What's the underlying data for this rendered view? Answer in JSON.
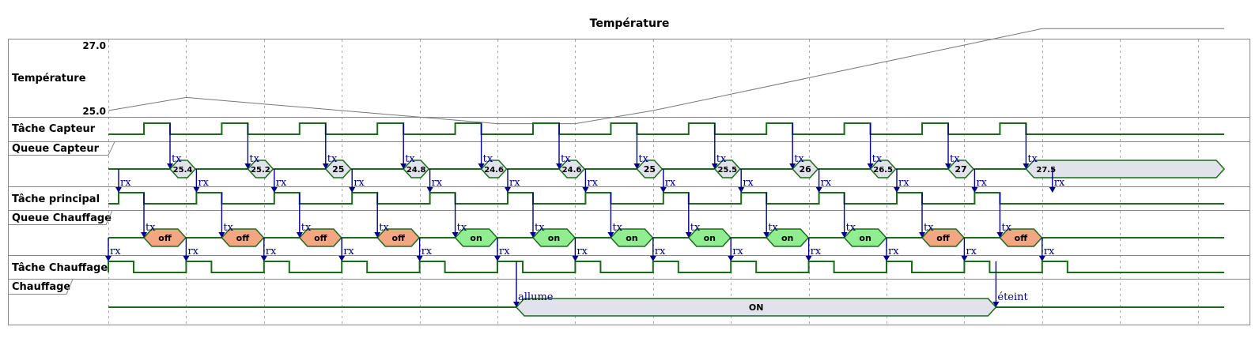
{
  "title": "Température",
  "rows": [
    {
      "label": "Température",
      "max": "27.0",
      "min": "25.0"
    },
    {
      "label": "Tâche Capteur"
    },
    {
      "label": "Queue Capteur"
    },
    {
      "label": "Tâche principal"
    },
    {
      "label": "Queue Chauffage"
    },
    {
      "label": "Tâche Chauffage"
    },
    {
      "label": "Chauffage"
    }
  ],
  "temperature_points": [
    25.0,
    25.4,
    25.2,
    25.0,
    24.8,
    24.6,
    24.6,
    25.0,
    25.5,
    26.0,
    26.5,
    27.0,
    27.5,
    27.5
  ],
  "temperature_plot": {
    "ymin": 25.0,
    "ymax": 27.0
  },
  "tx_label": "tx",
  "rx_label": "rx",
  "queue_capteur_values": [
    "25.4",
    "25.2",
    "25",
    "24.8",
    "24.6",
    "24.6",
    "25",
    "25.5",
    "26",
    "26.5",
    "27",
    "27.5"
  ],
  "queue_chauffage_values": [
    "off",
    "off",
    "off",
    "off",
    "on",
    "on",
    "on",
    "on",
    "on",
    "on",
    "off",
    "off"
  ],
  "state_colors": {
    "off": "#f4a582",
    "on": "#90ee90",
    "value": "#e2e2ec",
    "signal": "#1a6b1a",
    "message": "#00008b"
  },
  "chauffage": {
    "state": "ON",
    "start_label": "allume",
    "end_label": "éteint"
  }
}
